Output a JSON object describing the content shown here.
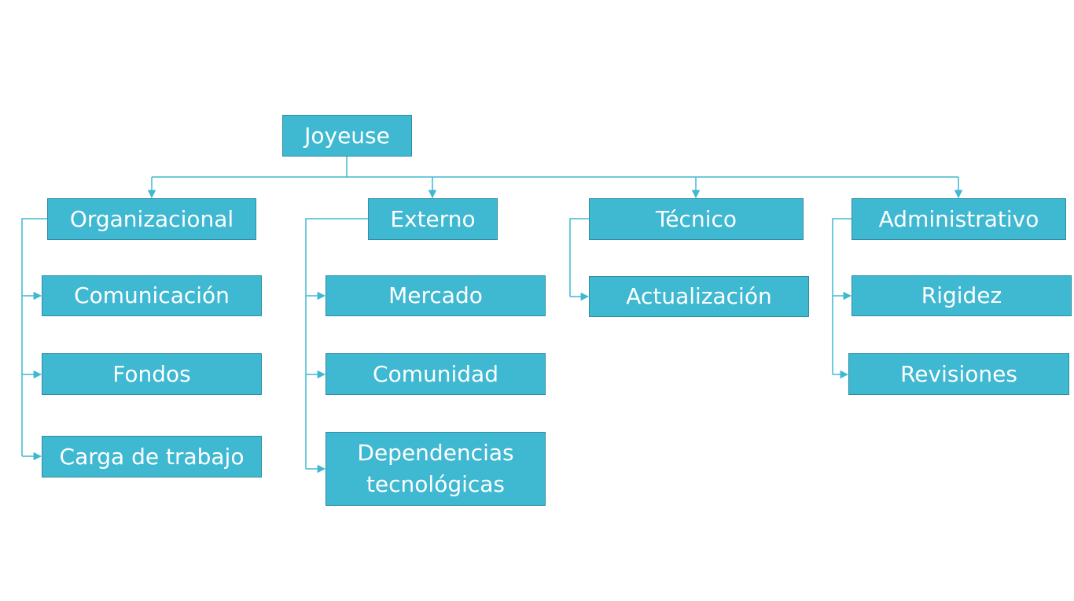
{
  "colors": {
    "node_fill": "#3fb8d1",
    "node_border": "#2f8ea3",
    "node_text": "#ffffff",
    "connector": "#3fb8d1",
    "background": "#ffffff"
  },
  "root": {
    "label": "Joyeuse"
  },
  "categories": [
    {
      "label": "Organizacional",
      "children": [
        {
          "label": "Comunicación"
        },
        {
          "label": "Fondos"
        },
        {
          "label": "Carga de trabajo"
        }
      ]
    },
    {
      "label": "Externo",
      "children": [
        {
          "label": "Mercado"
        },
        {
          "label": "Comunidad"
        },
        {
          "label": "Dependencias\ntecnológicas"
        }
      ]
    },
    {
      "label": "Técnico",
      "children": [
        {
          "label": "Actualización"
        }
      ]
    },
    {
      "label": "Administrativo",
      "children": [
        {
          "label": "Rigidez"
        },
        {
          "label": "Revisiones"
        }
      ]
    }
  ]
}
